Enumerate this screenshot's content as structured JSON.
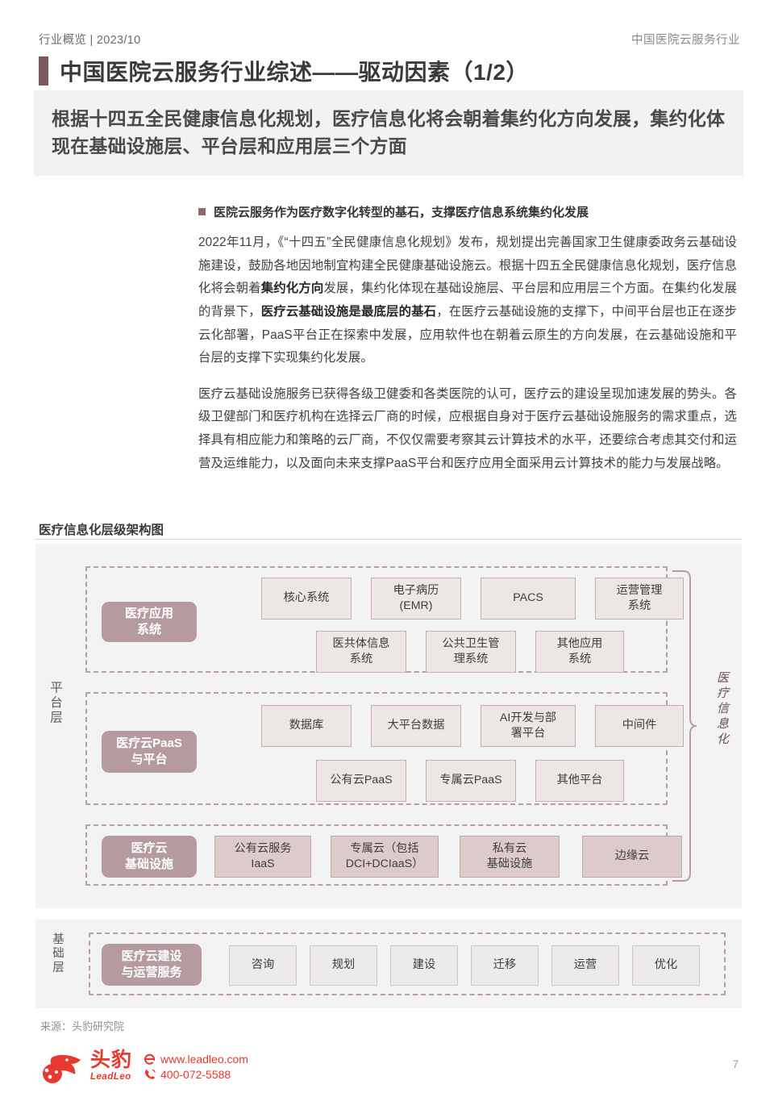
{
  "header": {
    "left": "行业概览 | 2023/10",
    "right": "中国医院云服务行业",
    "title": "中国医院云服务行业综述——驱动因素（1/2）",
    "subtitle": "根据十四五全民健康信息化规划，医疗信息化将会朝着集约化方向发展，集约化体现在基础设施层、平台层和应用层三个方面"
  },
  "body": {
    "bullet": "医院云服务作为医疗数字化转型的基石，支撑医疗信息系统集约化发展",
    "para1_a": "2022年11月，《“十四五”全民健康信息化规划》发布，规划提出完善国家卫生健康委政务云基础设施建设，鼓励各地因地制宜构建全民健康基础设施云。根据十四五全民健康信息化规划，医疗信息化将会朝着",
    "para1_b": "集约化方向",
    "para1_c": "发展，集约化体现在基础设施层、平台层和应用层三个方面。在集约化发展的背景下，",
    "para1_d": "医疗云基础设施是最底层的基石",
    "para1_e": "，在医疗云基础设施的支撑下，中间平台层也正在逐步云化部署，PaaS平台正在探索中发展，应用软件也在朝着云原生的方向发展，在云基础设施和平台层的支撑下实现集约化发展。",
    "para2": "医疗云基础设施服务已获得各级卫健委和各类医院的认可，医疗云的建设呈现加速发展的势头。各级卫健部门和医疗机构在选择云厂商的时候，应根据自身对于医疗云基础设施服务的需求重点，选择具有相应能力和策略的云厂商，不仅仅需要考察其云计算技术的水平，还要综合考虑其交付和运营及运维能力，以及面向未来支撑PaaS平台和医疗应用全面采用云计算技术的能力与发展战略。"
  },
  "diagram": {
    "title": "医疗信息化层级架构图",
    "left_label_platform": "平台层",
    "left_label_base": "基础层",
    "right_label": "医疗信息化",
    "layers": [
      {
        "pill": "医疗应用系统",
        "pill_lines": [
          "医疗应用",
          "系统"
        ],
        "row1": [
          "核心系统",
          "电子病历\n(EMR)",
          "PACS",
          "运营管理\n系统"
        ],
        "row2": [
          "医共体信息\n系统",
          "公共卫生管\n理系统",
          "其他应用\n系统"
        ]
      },
      {
        "pill": "医疗云PaaS与平台",
        "pill_lines": [
          "医疗云PaaS",
          "与平台"
        ],
        "row1": [
          "数据库",
          "大平台数据",
          "AI开发与部\n署平台",
          "中间件"
        ],
        "row2": [
          "公有云PaaS",
          "专属云PaaS",
          "其他平台"
        ]
      },
      {
        "pill": "医疗云基础设施",
        "pill_lines": [
          "医疗云",
          "基础设施"
        ],
        "row1": [
          "公有云服务\nIaaS",
          "专属云（包括\nDCI+DCIaaS）",
          "私有云\n基础设施",
          "边缘云"
        ],
        "row2": []
      }
    ],
    "base_layer": {
      "pill_lines": [
        "医疗云建设",
        "与运营服务"
      ],
      "nodes": [
        "咨询",
        "规划",
        "建设",
        "迁移",
        "运营",
        "优化"
      ]
    },
    "colors": {
      "accent": "#7a585c",
      "pill": "#b59ba0",
      "dash_border": "#b99ca0",
      "node_fill": "#ece6e4",
      "iaas_fill": "#ddcbcb",
      "panel_bg": "#f4f3f3"
    }
  },
  "footer": {
    "source": "来源：头豹研究院",
    "brand_cn": "头豹",
    "brand_en": "LeadLeo",
    "website": "www.leadleo.com",
    "phone": "400-072-5588",
    "page": "7"
  }
}
